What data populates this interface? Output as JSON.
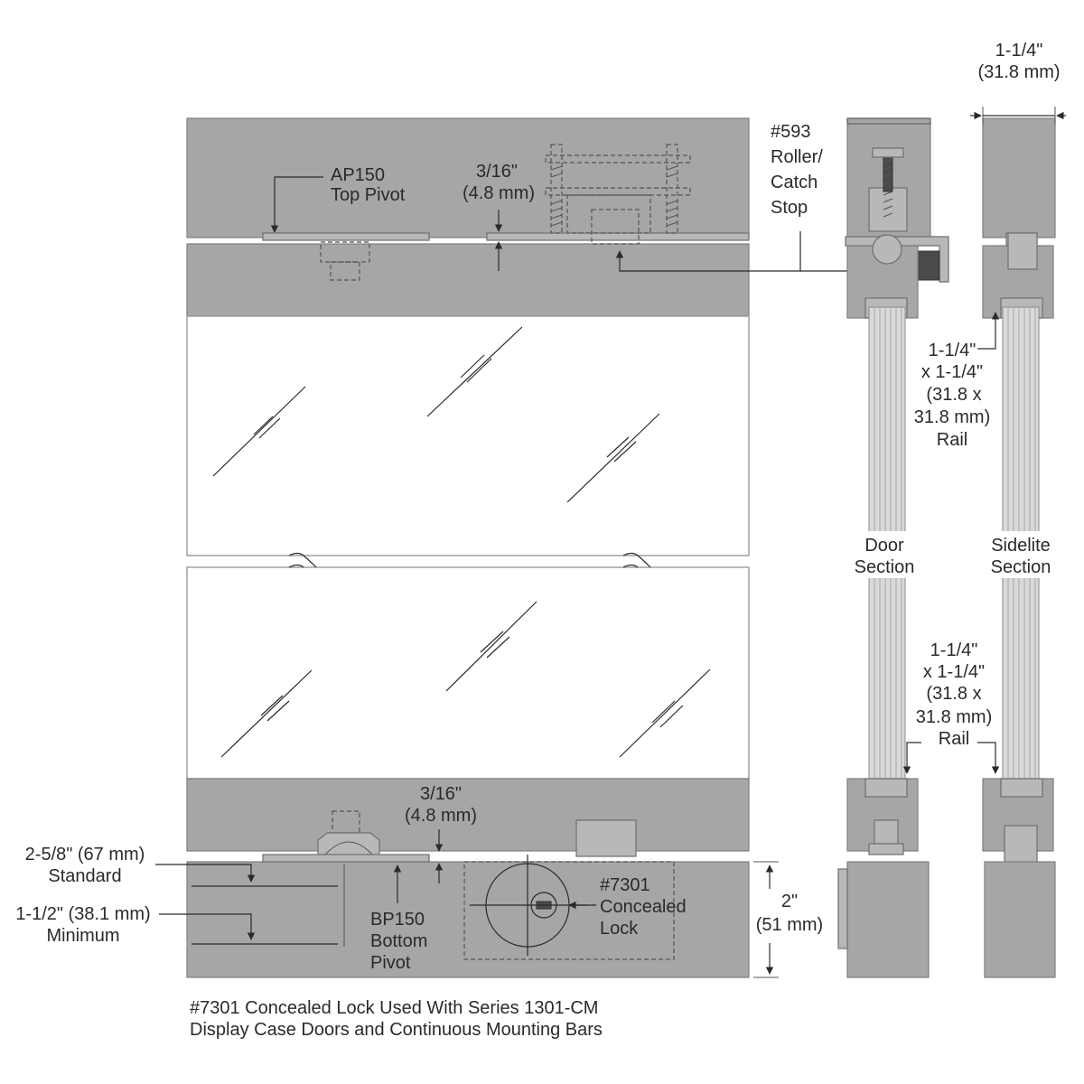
{
  "labels": {
    "top_width": [
      "1-1/4\"",
      "(31.8 mm)"
    ],
    "roller": [
      "#593",
      "Roller/",
      "Catch",
      "Stop"
    ],
    "ap150": [
      "AP150",
      "Top Pivot"
    ],
    "gap_top": [
      "3/16\"",
      "(4.8 mm)"
    ],
    "rail_upper": [
      "1-1/4\"",
      "x 1-1/4\"",
      "(31.8 x",
      "31.8 mm)",
      "Rail"
    ],
    "door_section": [
      "Door",
      "Section"
    ],
    "sidelite_section": [
      "Sidelite",
      "Section"
    ],
    "rail_lower": [
      "1-1/4\"",
      "x 1-1/4\"",
      "(31.8 x",
      "31.8 mm)",
      "Rail"
    ],
    "gap_bottom": [
      "3/16\"",
      "(4.8 mm)"
    ],
    "standard": [
      "2-5/8\" (67 mm)",
      "Standard"
    ],
    "minimum": [
      "1-1/2\" (38.1 mm)",
      "Minimum"
    ],
    "bp150": [
      "BP150",
      "Bottom",
      "Pivot"
    ],
    "lock": [
      "#7301",
      "Concealed",
      "Lock"
    ],
    "height": [
      "2\"",
      "(51 mm)"
    ]
  },
  "caption": [
    "#7301 Concealed Lock Used With Series 1301-CM",
    "Display Case Doors and Continuous Mounting Bars"
  ],
  "colors": {
    "bar": "#a6a6a6",
    "glass": "#ffffff",
    "text": "#2a2a2a"
  }
}
